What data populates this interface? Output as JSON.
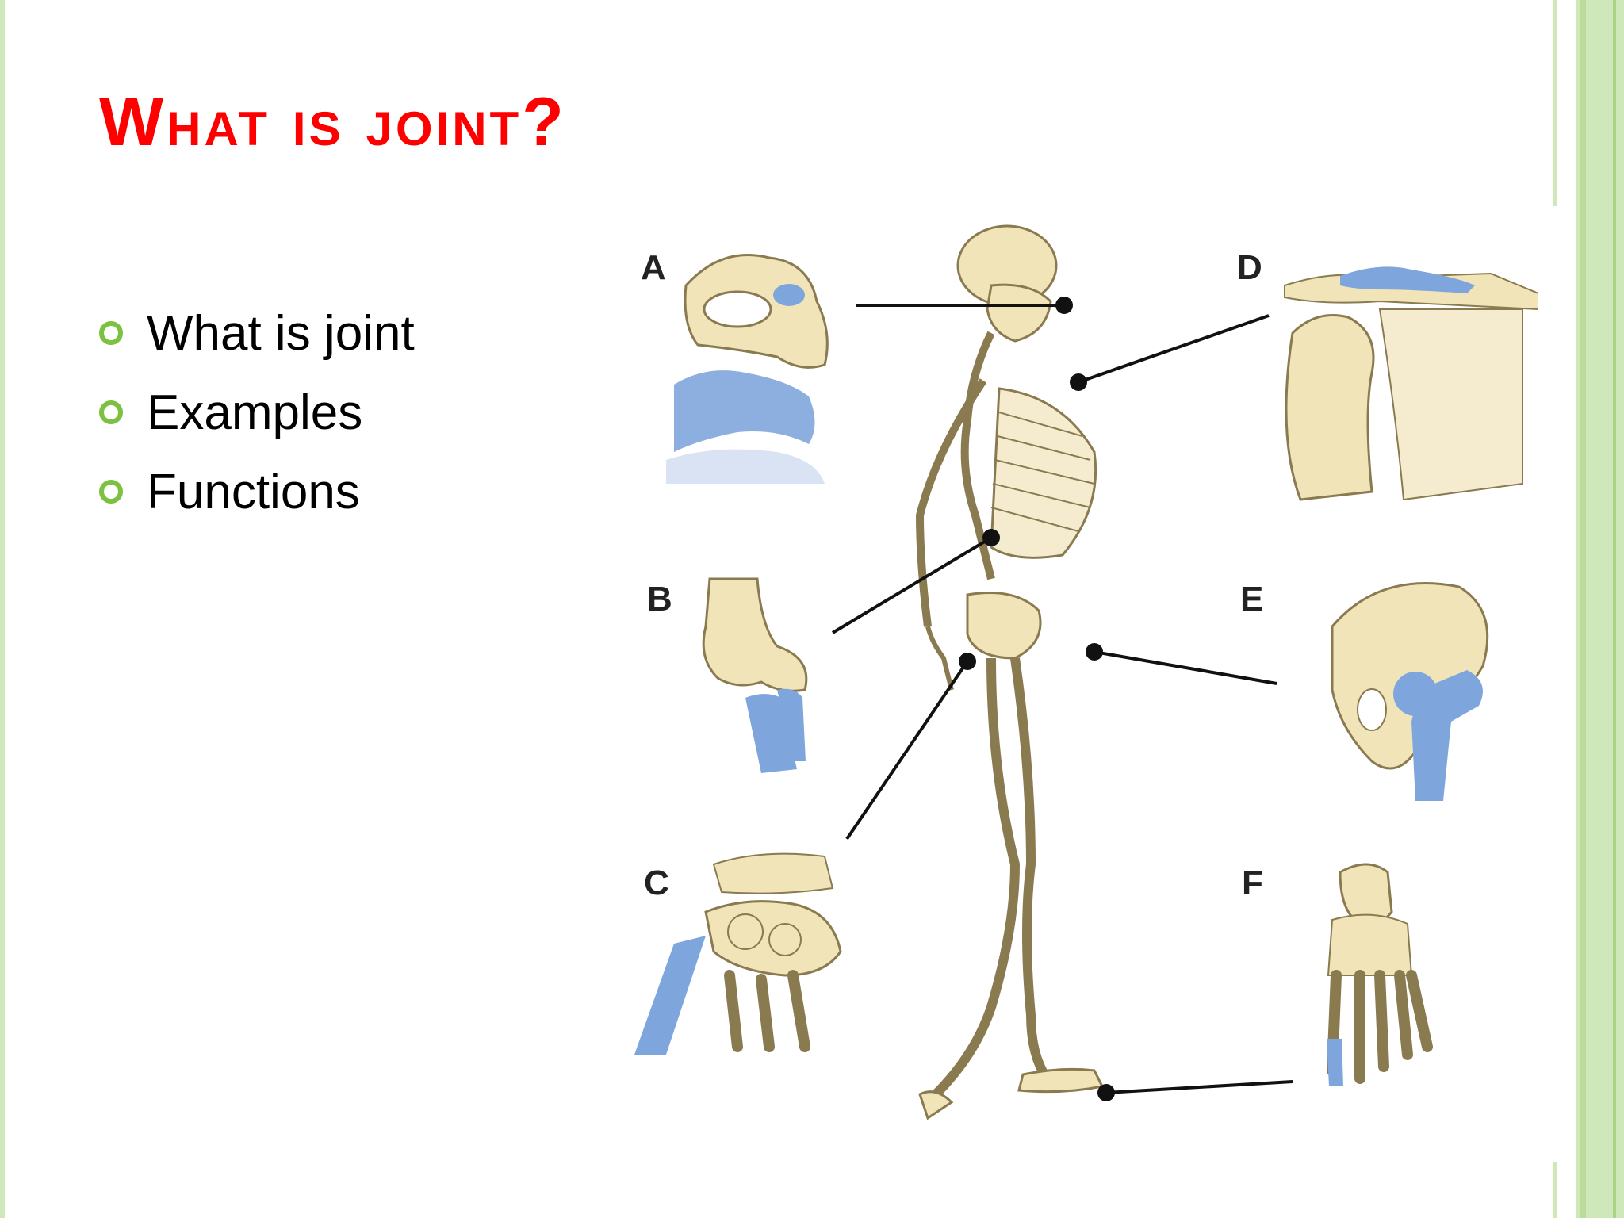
{
  "slide": {
    "title": "What is joint?",
    "bullets": [
      "What is joint",
      "Examples",
      "Functions"
    ]
  },
  "diagram": {
    "labels": [
      "A",
      "B",
      "C",
      "D",
      "E",
      "F"
    ],
    "colors": {
      "bone": "#f1e4b8",
      "cartilage": "#7fa6dc",
      "outline": "#8a7a50",
      "pointer": "#111111"
    }
  },
  "theme": {
    "accent": "#7cc142",
    "title_color": "#ff0000",
    "border": "#cfe8b9"
  }
}
